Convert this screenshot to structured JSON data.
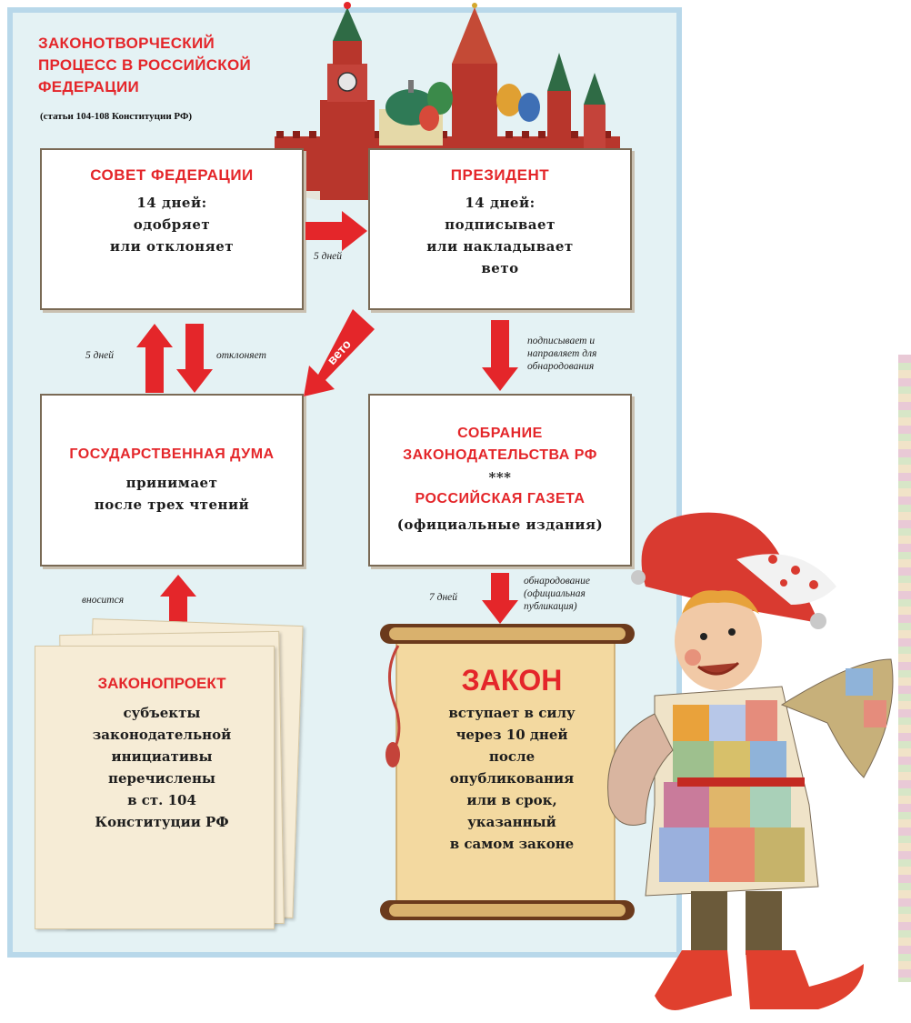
{
  "title": {
    "lines": [
      "ЗАКОНОТВОРЧЕСКИЙ",
      "ПРОЦЕСС В РОССИЙСКОЙ",
      "ФЕДЕРАЦИИ"
    ],
    "subtitle": "(статьи 104-108 Конституции РФ)"
  },
  "boxes": {
    "sovet": {
      "heading": "СОВЕТ ФЕДЕРАЦИИ",
      "lines": [
        "14 дней:",
        "одобряет",
        "или отклоняет"
      ]
    },
    "president": {
      "heading": "ПРЕЗИДЕНТ",
      "lines": [
        "14 дней:",
        "подписывает",
        "или накладывает",
        "вето"
      ]
    },
    "duma": {
      "heading": "ГОСУДАРСТВЕННАЯ ДУМА",
      "lines": [
        "принимает",
        "после трех чтений"
      ]
    },
    "sobranie": {
      "heading_lines": [
        "СОБРАНИЕ",
        "ЗАКОНОДАТЕЛЬСТВА РФ"
      ],
      "separator": "***",
      "heading2": "РОССИЙСКАЯ ГАЗЕТА",
      "lines": [
        "(официальные издания)"
      ]
    },
    "zakonoproekt": {
      "heading": "ЗАКОНОПРОЕКТ",
      "lines": [
        "субъекты",
        "законодательной",
        "инициативы",
        "перечислены",
        "в ст. 104",
        "Конституции РФ"
      ]
    },
    "zakon": {
      "heading": "ЗАКОН",
      "lines": [
        "вступает в силу",
        "через 10 дней",
        "после",
        "опубликования",
        "или в срок,",
        "указанный",
        "в самом законе"
      ]
    }
  },
  "notes": {
    "sovet_to_president": "5 дней",
    "duma_to_sovet": "5 дней",
    "sovet_rejects": "отклоняет",
    "veto": "вето",
    "signs_lines": [
      "подписывает и",
      "направляет для",
      "обнародования"
    ],
    "introduced": "вносится",
    "publication_days": "7 дней",
    "publication_lines": [
      "обнародование",
      "(официальная",
      "публикация)"
    ]
  },
  "colors": {
    "accent": "#e4262a",
    "panel": "#e4f2f4",
    "panel_border": "#b8d8ea",
    "paper": "#f6ecd6",
    "scroll": "#f3d9a0"
  }
}
